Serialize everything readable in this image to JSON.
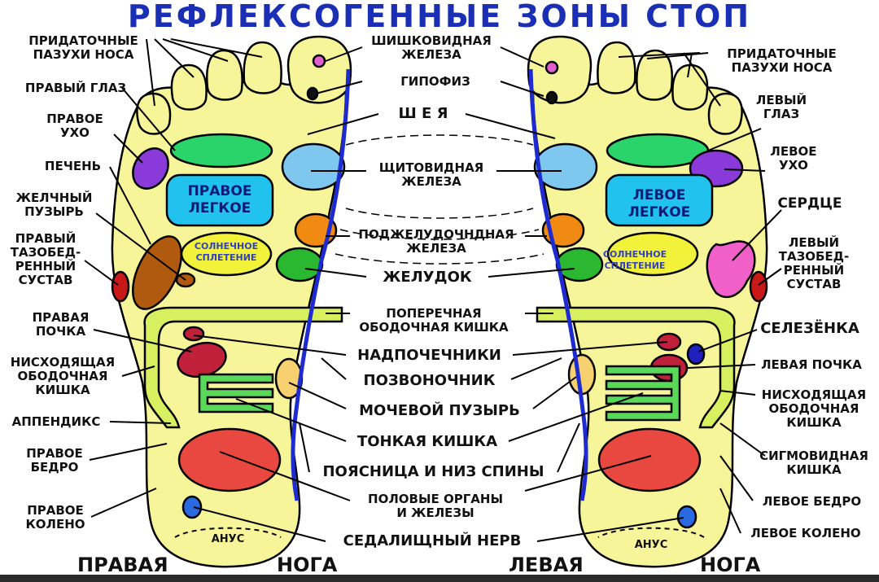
{
  "title": "РЕФЛЕКСОГЕННЫЕ ЗОНЫ СТОП",
  "foot_labels": {
    "right_a": "ПРАВАЯ",
    "right_b": "НОГА",
    "left_a": "ЛЕВАЯ",
    "left_b": "НОГА"
  },
  "inner": {
    "right_lung": "ПРАВОЕ\nЛЕГКОЕ",
    "left_lung": "ЛЕВОЕ\nЛЕГКОЕ",
    "solar_r": "СОЛНЕЧНОЕ\nСПЛЕТЕНИЕ",
    "solar_l": "СОЛНЕЧНОЕ\nСПЛЕТЕНИЕ",
    "anus_r": "АНУС",
    "anus_l": "АНУС"
  },
  "labels": {
    "sinus_r": "ПРИДАТОЧНЫЕ\nПАЗУХИ НОСА",
    "eye_r": "ПРАВЫЙ ГЛАЗ",
    "ear_r": "ПРАВОЕ\nУХО",
    "liver": "ПЕЧЕНЬ",
    "gallbladder": "ЖЕЛЧНЫЙ\nПУЗЫРЬ",
    "hip_r": "ПРАВЫЙ\nТАЗОБЕД-\nРЕННЫЙ\nСУСТАВ",
    "kidney_r": "ПРАВАЯ\nПОЧКА",
    "desc_colon_r": "НИСХОДЯЩАЯ\nОБОДОЧНАЯ\nКИШКА",
    "appendix": "АППЕНДИКС",
    "thigh_r": "ПРАВОЕ\nБЕДРО",
    "knee_r": "ПРАВОЕ\nКОЛЕНО",
    "pineal": "ШИШКОВИДНАЯ\nЖЕЛЕЗА",
    "pituitary": "ГИПОФИЗ",
    "neck": "Ш Е Я",
    "thyroid": "ЩИТОВИДНАЯ\nЖЕЛЕЗА",
    "pancreas": "ПОДЖЕЛУДОЧНДНАЯ\nЖЕЛЕЗА",
    "stomach": "ЖЕЛУДОК",
    "transverse_colon": "ПОПЕРЕЧНАЯ\nОБОДОЧНАЯ КИШКА",
    "adrenals": "НАДПОЧЕЧНИКИ",
    "spine": "ПОЗВОНОЧНИК",
    "bladder": "МОЧЕВОЙ ПУЗЫРЬ",
    "small_intestine": "ТОНКАЯ КИШКА",
    "lower_back": "ПОЯСНИЦА И НИЗ СПИНЫ",
    "genitals": "ПОЛОВЫЕ ОРГАНЫ\nИ ЖЕЛЕЗЫ",
    "sciatic": "СЕДАЛИЩНЫЙ НЕРВ",
    "sinus_l": "ПРИДАТОЧНЫЕ\nПАЗУХИ НОСА",
    "eye_l": "ЛЕВЫЙ\nГЛАЗ",
    "ear_l": "ЛЕВОЕ\nУХО",
    "heart": "СЕРДЦЕ",
    "hip_l": "ЛЕВЫЙ\nТАЗОБЕД-\nРЕННЫЙ\nСУСТАВ",
    "spleen": "СЕЛЕЗЁНКА",
    "kidney_l": "ЛЕВАЯ ПОЧКА",
    "desc_colon_l": "НИСХОДЯЩАЯ\nОБОДОЧНАЯ\nКИШКА",
    "sigmoid": "СИГМОВИДНАЯ\nКИШКА",
    "thigh_l": "ЛЕВОЕ БЕДРО",
    "knee_l": "ЛЕВОЕ КОЛЕНО"
  },
  "colors": {
    "title": "#1b2fb5",
    "foot": "#f7f59a",
    "outline": "#000000",
    "spine": "#1e2bd0",
    "lung": "#22c2ee",
    "eye_band": "#2ad46a",
    "ear": "#8a3ad8",
    "thyroid": "#7ec8f0",
    "pancreas": "#f08a12",
    "stomach": "#2ab830",
    "solar": "#f2f23a",
    "liver": "#b05a10",
    "hip": "#c81818",
    "kidney": "#c0203a",
    "colon": "#d8f060",
    "intestine": "#5ad85a",
    "genital": "#e84840",
    "knee": "#2a6ae0",
    "heart": "#f060c8",
    "bladder": "#f7d070",
    "pineal": "#e060d0"
  }
}
